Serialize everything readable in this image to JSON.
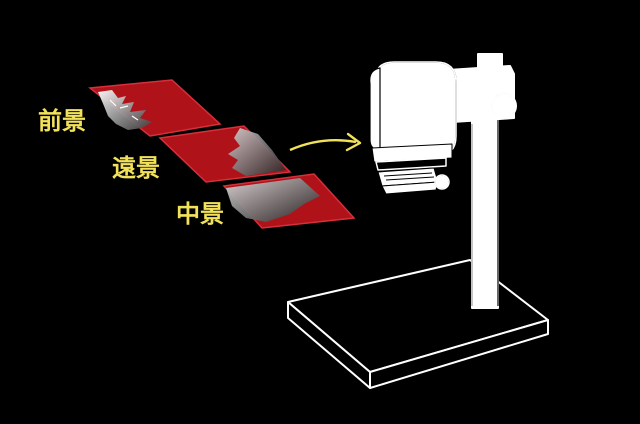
{
  "diagram": {
    "labels": {
      "foreground": "前景",
      "background": "遠景",
      "midground": "中景"
    },
    "colors": {
      "background": "#000000",
      "label": "#f2e15a",
      "arrow": "#f2e15a",
      "film_red": "#b0121a",
      "film_edge": "#d6303a",
      "outline": "#ffffff"
    },
    "icons": {
      "enlarger": "photo-enlarger-line-drawing",
      "arrow": "curved-arrow-right"
    }
  }
}
